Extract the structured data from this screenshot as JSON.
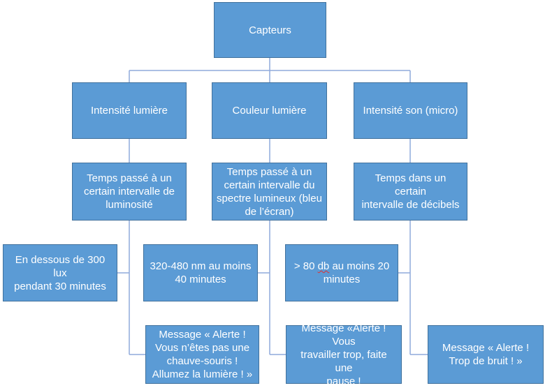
{
  "root": {
    "label": "Capteurs"
  },
  "columns": [
    {
      "category": "Intensité lumière",
      "measure": "Temps passé à un\ncertain intervalle de\nluminosité",
      "threshold": "En dessous de 300 lux\npendant 30 minutes",
      "message": "Message « Alerte !\nVous n’êtes pas une\nchauve-souris !\nAllumez la lumière ! »"
    },
    {
      "category": "Couleur lumière",
      "measure": "Temps passé à un\ncertain intervalle du\nspectre lumineux (bleu\nde l’écran)",
      "threshold": "320-480 nm au moins\n40 minutes",
      "message": "Message «Alerte !  Vous\ntravailler trop, faite une\npause !"
    },
    {
      "category": "Intensité son (micro)",
      "measure": "Temps dans un certain\nintervalle de décibels",
      "threshold_before": "> 80 ",
      "threshold_misspelled": "db",
      "threshold_after": " au moins 20\nminutes",
      "message": "Message « Alerte !\nTrop de bruit ! »"
    }
  ],
  "colors": {
    "box_fill": "#5b9bd5",
    "box_border": "#41719c",
    "connector": "#8faadc",
    "text": "#ffffff"
  }
}
